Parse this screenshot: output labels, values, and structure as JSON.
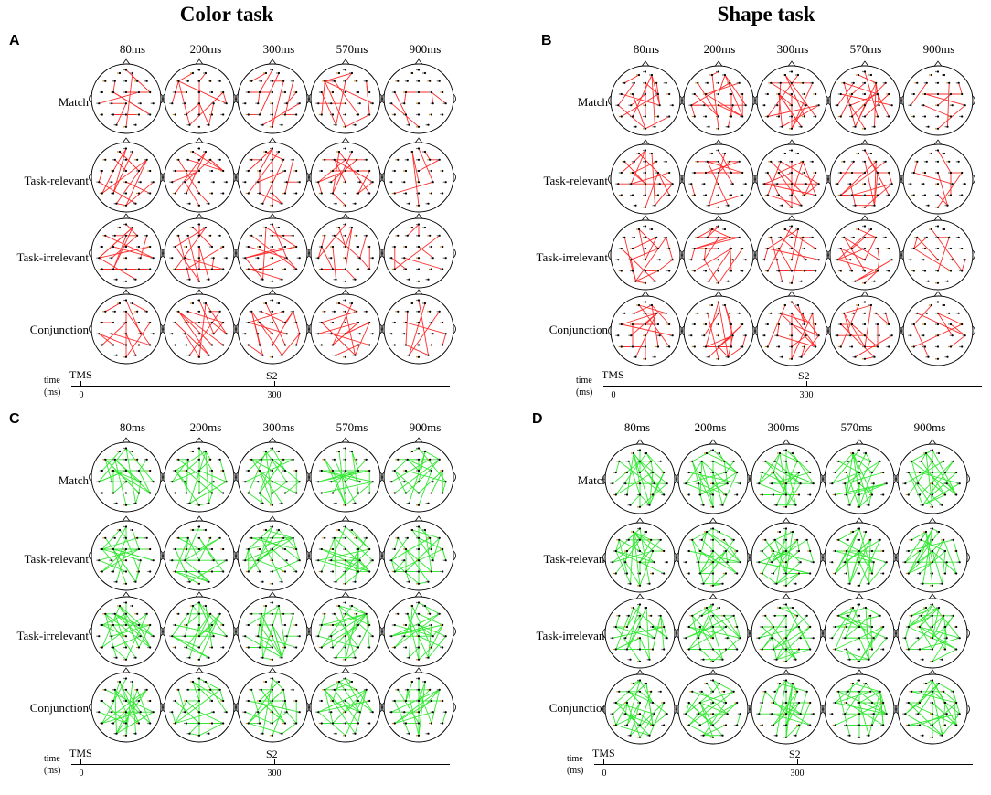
{
  "task_titles": [
    "Color task",
    "Shape task"
  ],
  "panels": [
    {
      "letter": "A",
      "times": [
        "80ms",
        "200ms",
        "300ms",
        "570ms",
        "900ms"
      ],
      "conditions": [
        "Match",
        "Task-relevant",
        "Task-irrelevant",
        "Conjunction"
      ],
      "line_color": "#ff2a2a",
      "axis": {
        "label_time": "time",
        "label_unit": "(ms)",
        "event1": "TMS",
        "event2": "S2",
        "tick1": "0",
        "tick2": "300"
      }
    },
    {
      "letter": "B",
      "times": [
        "80ms",
        "200ms",
        "300ms",
        "570ms",
        "900ms"
      ],
      "conditions": [
        "Match",
        "Task-relevant",
        "Task-irrelevant",
        "Conjunction"
      ],
      "line_color": "#ff2a2a",
      "axis": {
        "label_time": "time",
        "label_unit": "(ms)",
        "event1": "TMS",
        "event2": "S2",
        "tick1": "0",
        "tick2": "300"
      }
    },
    {
      "letter": "C",
      "times": [
        "80ms",
        "200ms",
        "300ms",
        "570ms",
        "900ms"
      ],
      "conditions": [
        "Match",
        "Task-relevant",
        "Task-irrelevant",
        "Conjunction"
      ],
      "line_color": "#33e833",
      "axis": {
        "label_time": "time",
        "label_unit": "(ms)",
        "event1": "TMS",
        "event2": "S2",
        "tick1": "0",
        "tick2": "300"
      }
    },
    {
      "letter": "D",
      "times": [
        "80ms",
        "200ms",
        "300ms",
        "570ms",
        "900ms"
      ],
      "conditions": [
        "Match",
        "Task-relevant",
        "Task-irrelevant",
        "Conjunction"
      ],
      "line_color": "#33e833",
      "axis": {
        "label_time": "time",
        "label_unit": "(ms)",
        "event1": "TMS",
        "event2": "S2",
        "tick1": "0",
        "tick2": "300"
      }
    }
  ]
}
